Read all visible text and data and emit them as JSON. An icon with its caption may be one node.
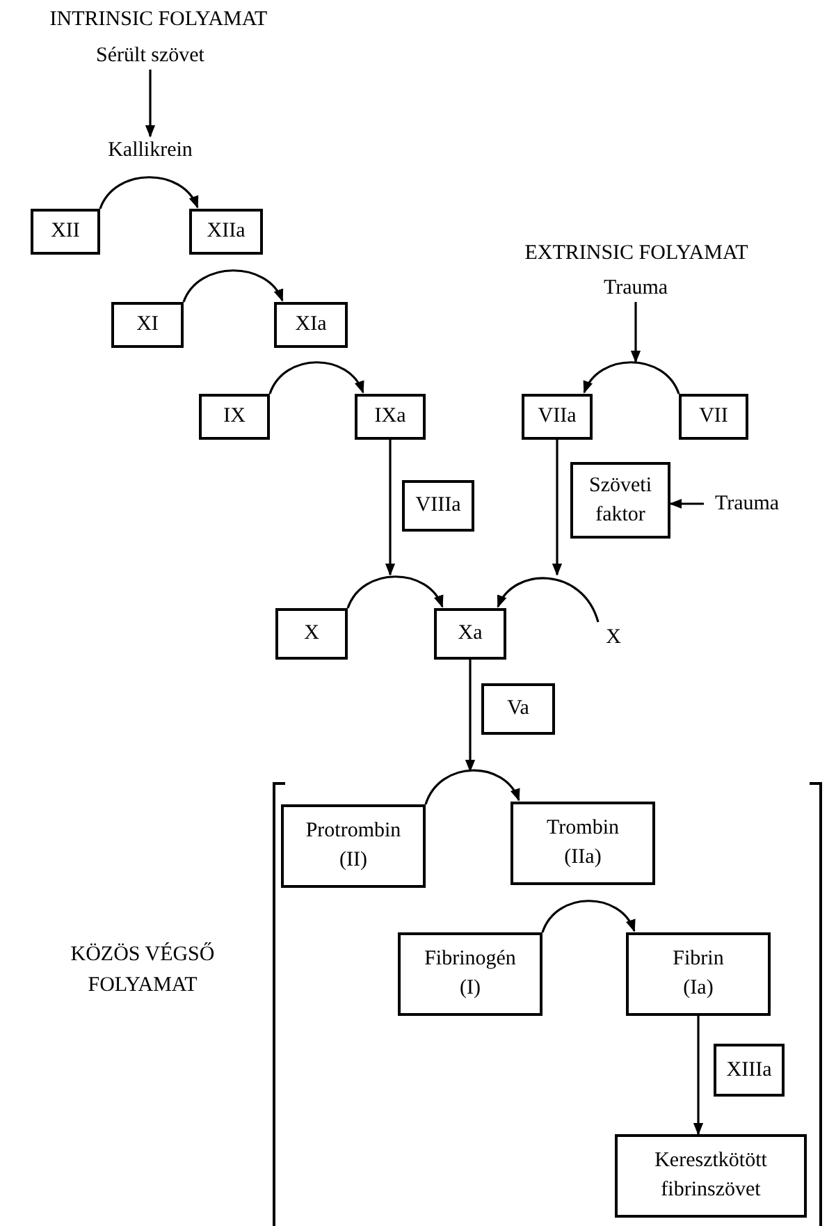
{
  "diagram": {
    "nodes": [
      {
        "text": [
          "Sérült szövet"
        ]
      },
      {
        "text": [
          "Kallikrein"
        ]
      },
      {
        "text": [
          "XII"
        ]
      },
      {
        "text": [
          "XIIa"
        ]
      },
      {
        "text": [
          "XI"
        ]
      },
      {
        "text": [
          "XIa"
        ]
      },
      {
        "text": [
          "IX"
        ]
      },
      {
        "text": [
          "IXa"
        ]
      },
      {
        "text": [
          "Trauma"
        ]
      },
      {
        "text": [
          "VIIa"
        ]
      },
      {
        "text": [
          "VII"
        ]
      },
      {
        "text": [
          "Szöveti faktor"
        ]
      },
      {
        "text": [
          "Trauma"
        ]
      },
      {
        "text": [
          "VIIIa"
        ]
      },
      {
        "text": [
          "X"
        ]
      },
      {
        "text": [
          "Xa"
        ]
      },
      {
        "text": [
          "X"
        ]
      },
      {
        "text": [
          "Va"
        ]
      },
      {
        "text": [
          "KÖZÖS VÉGSŐ FOLYAMAT"
        ]
      },
      {
        "text": [
          "Protrombin (II)"
        ],
        "in": 18
      },
      {
        "text": [
          "Trombin (IIa)"
        ],
        "in": 18
      },
      {
        "text": [
          "Fibrinogén (I)"
        ],
        "in": 18
      },
      {
        "text": [
          "Fibrin (Ia)"
        ],
        "in": 18
      },
      {
        "text": [
          "XIIIa"
        ],
        "in": 18
      },
      {
        "text": [
          "Keresztkötött fibrinszövet"
        ],
        "in": 18
      }
    ],
    "edges": [
      {
        "from": 0,
        "to": 1,
        "arrow": "to"
      },
      {
        "from": 2,
        "to": 3,
        "arrow": "to"
      },
      {
        "from": 4,
        "to": 5,
        "arrow": "to"
      },
      {
        "from": 6,
        "to": 7,
        "arrow": "to"
      },
      {
        "from": 8,
        "to": null,
        "arrow": "to"
      },
      {
        "from": 10,
        "to": 9,
        "arrow": "to"
      },
      {
        "from": 7,
        "to": null,
        "arrow": "to"
      },
      {
        "from": 9,
        "to": null,
        "arrow": "to"
      },
      {
        "from": 12,
        "to": 11,
        "arrow": "to"
      },
      {
        "from": 14,
        "to": 15,
        "arrow": "to"
      },
      {
        "from": 16,
        "to": 15,
        "arrow": "to"
      },
      {
        "from": 15,
        "to": 18,
        "arrow": "to"
      },
      {
        "from": 19,
        "to": 20,
        "arrow": "to"
      },
      {
        "from": 21,
        "to": 22,
        "arrow": "to"
      },
      {
        "from": 22,
        "to": 24,
        "arrow": "to"
      }
    ],
    "labels": [
      "INTRINSIC FOLYAMAT",
      "EXTRINSIC FOLYAMAT"
    ]
  }
}
